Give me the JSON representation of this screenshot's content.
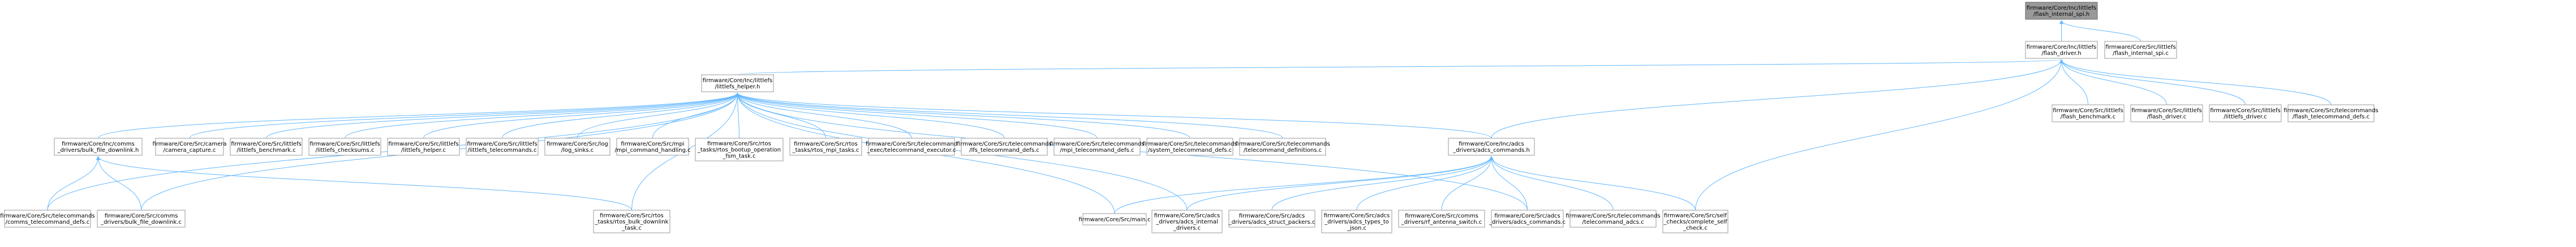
{
  "graph_title": "flash_internal_spi.h include dependency graph",
  "colors": {
    "edge": "#63b8ff",
    "node_border": "#999999",
    "root_fill": "#999999",
    "node_fill": "#ffffff"
  },
  "nodes": [
    {
      "id": "n_spi_h",
      "lines": [
        "firmware/Core/Inc/littlefs",
        "/flash_internal_spi.h"
      ],
      "root": true
    },
    {
      "id": "n_driver_h",
      "lines": [
        "firmware/Core/Inc/littlefs",
        "/flash_driver.h"
      ]
    },
    {
      "id": "n_spi_c",
      "lines": [
        "firmware/Core/Src/littlefs",
        "/flash_internal_spi.c"
      ]
    },
    {
      "id": "n_helper_h",
      "lines": [
        "firmware/Core/Inc/littlefs",
        "/littlefs_helper.h"
      ]
    },
    {
      "id": "n_flash_bench_c",
      "lines": [
        "firmware/Core/Src/littlefs",
        "/flash_benchmark.c"
      ]
    },
    {
      "id": "n_flash_driver_c",
      "lines": [
        "firmware/Core/Src/littlefs",
        "/flash_driver.c"
      ]
    },
    {
      "id": "n_littlefs_driver_c",
      "lines": [
        "firmware/Core/Src/littlefs",
        "/littlefs_driver.c"
      ]
    },
    {
      "id": "n_flash_tcmd_c",
      "lines": [
        "firmware/Core/Src/telecommands",
        "/flash_telecommand_defs.c"
      ]
    },
    {
      "id": "n_comms_h",
      "lines": [
        "firmware/Core/Inc/comms",
        "_drivers/bulk_file_downlink.h"
      ]
    },
    {
      "id": "n_camera_c",
      "lines": [
        "firmware/Core/Src/camera",
        "/camera_capture.c"
      ]
    },
    {
      "id": "n_lfs_bench_c",
      "lines": [
        "firmware/Core/Src/littlefs",
        "/littlefs_benchmark.c"
      ]
    },
    {
      "id": "n_checksums_c",
      "lines": [
        "firmware/Core/Src/littlefs",
        "/littlefs_checksums.c"
      ]
    },
    {
      "id": "n_lfs_helper_c",
      "lines": [
        "firmware/Core/Src/littlefs",
        "/littlefs_helper.c"
      ]
    },
    {
      "id": "n_lfs_tcmd_c",
      "lines": [
        "firmware/Core/Src/littlefs",
        "/littlefs_telecommands.c"
      ]
    },
    {
      "id": "n_log_c",
      "lines": [
        "firmware/Core/Src/log",
        "/log_sinks.c"
      ]
    },
    {
      "id": "n_mpi_c",
      "lines": [
        "firmware/Core/Src/mpi",
        "/mpi_command_handling.c"
      ]
    },
    {
      "id": "n_bootup_c",
      "lines": [
        "firmware/Core/Src/rtos",
        "_tasks/rtos_bootup_operation",
        "_fsm_task.c"
      ]
    },
    {
      "id": "n_mpi_tasks_c",
      "lines": [
        "firmware/Core/Src/rtos",
        "_tasks/rtos_mpi_tasks.c"
      ]
    },
    {
      "id": "n_exec_c",
      "lines": [
        "firmware/Core/Src/telecommand",
        "_exec/telecommand_executor.c"
      ]
    },
    {
      "id": "n_lfs_defs_c",
      "lines": [
        "firmware/Core/Src/telecommands",
        "/lfs_telecommand_defs.c"
      ]
    },
    {
      "id": "n_mpi_defs_c",
      "lines": [
        "firmware/Core/Src/telecommands",
        "/mpi_telecommand_defs.c"
      ]
    },
    {
      "id": "n_sys_defs_c",
      "lines": [
        "firmware/Core/Src/telecommands",
        "/system_telecommand_defs.c"
      ]
    },
    {
      "id": "n_tcmd_defn_c",
      "lines": [
        "firmware/Core/Src/telecommands",
        "/telecommand_definitions.c"
      ]
    },
    {
      "id": "n_adcs_h",
      "lines": [
        "firmware/Core/Inc/adcs",
        "_drivers/adcs_commands.h"
      ]
    },
    {
      "id": "n_comms_defs_c",
      "lines": [
        "firmware/Core/Src/telecommands",
        "/comms_telecommand_defs.c"
      ]
    },
    {
      "id": "n_bulk_c",
      "lines": [
        "firmware/Core/Src/comms",
        "_drivers/bulk_file_downlink.c"
      ]
    },
    {
      "id": "n_bulk_task_c",
      "lines": [
        "firmware/Core/Src/rtos",
        "_tasks/rtos_bulk_downlink",
        "_task.c"
      ]
    },
    {
      "id": "n_main_c",
      "lines": [
        "firmware/Core/Src/main.c"
      ]
    },
    {
      "id": "n_adcs_internal_c",
      "lines": [
        "firmware/Core/Src/adcs",
        "_drivers/adcs_internal",
        "_drivers.c"
      ]
    },
    {
      "id": "n_adcs_struct_c",
      "lines": [
        "firmware/Core/Src/adcs",
        "_drivers/adcs_struct_packers.c"
      ]
    },
    {
      "id": "n_adcs_types_c",
      "lines": [
        "firmware/Core/Src/adcs",
        "_drivers/adcs_types_to",
        "_json.c"
      ]
    },
    {
      "id": "n_rf_c",
      "lines": [
        "firmware/Core/Src/comms",
        "_drivers/rf_antenna_switch.c"
      ]
    },
    {
      "id": "n_adcs_cmds_c",
      "lines": [
        "firmware/Core/Src/adcs",
        "_drivers/adcs_commands.c"
      ]
    },
    {
      "id": "n_adcs_tcmd_c",
      "lines": [
        "firmware/Core/Src/telecommands",
        "/telecommand_adcs.c"
      ]
    },
    {
      "id": "n_self_check_c",
      "lines": [
        "firmware/Core/Src/self",
        "_checks/complete_self",
        "_check.c"
      ]
    }
  ]
}
